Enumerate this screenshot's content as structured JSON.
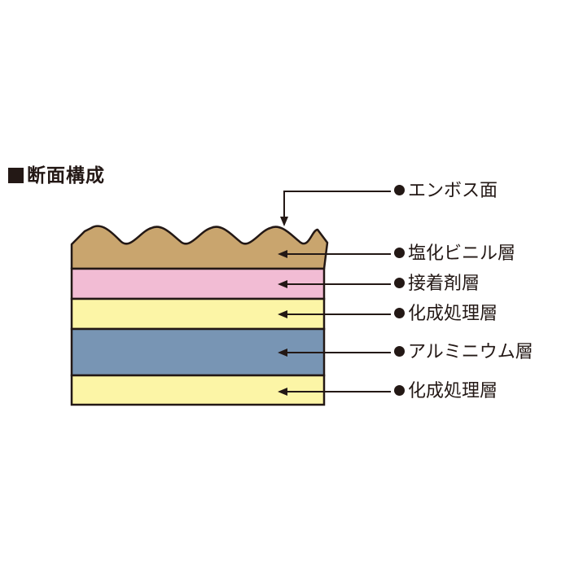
{
  "title": "断面構成",
  "colors": {
    "outline": "#231815",
    "vinyl": "#c9a56e",
    "adhesive": "#f2bcd4",
    "chemical": "#fcf5a6",
    "aluminum": "#7895b4"
  },
  "layers": [
    {
      "label": "エンボス面",
      "fill": null
    },
    {
      "label": "塩化ビニル層",
      "fill": "vinyl"
    },
    {
      "label": "接着剤層",
      "fill": "adhesive"
    },
    {
      "label": "化成処理層",
      "fill": "chemical"
    },
    {
      "label": "アルミニウム層",
      "fill": "aluminum"
    },
    {
      "label": "化成処理層",
      "fill": "chemical"
    }
  ]
}
